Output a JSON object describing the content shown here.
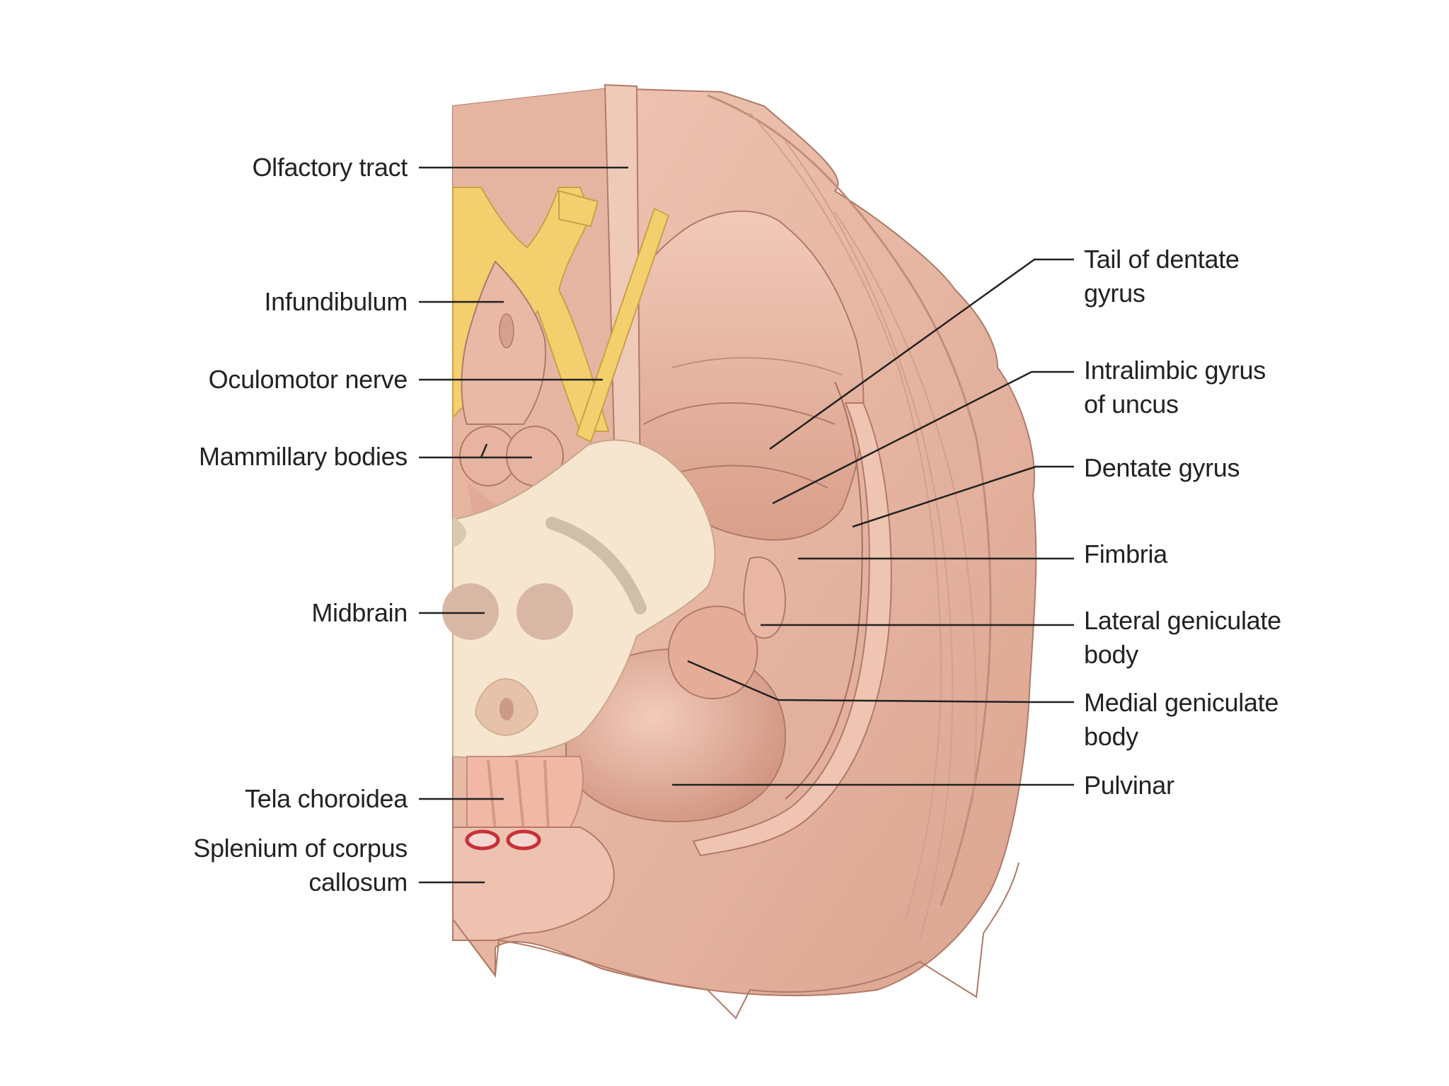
{
  "labels_left": {
    "olfactory_tract": [
      "Olfactory tract"
    ],
    "infundibulum": [
      "Infundibulum"
    ],
    "oculomotor_nerve": [
      "Oculomotor nerve"
    ],
    "mammillary_bodies": [
      "Mammillary bodies"
    ],
    "midbrain": [
      "Midbrain"
    ],
    "tela_choroidea": [
      "Tela choroidea"
    ],
    "splenium": [
      "Splenium of corpus",
      "callosum"
    ]
  },
  "labels_right": {
    "tail_dentate": [
      "Tail of dentate",
      "gyrus"
    ],
    "intralimbic": [
      "Intralimbic gyrus",
      "of uncus"
    ],
    "dentate_gyrus": [
      "Dentate gyrus"
    ],
    "fimbria": [
      "Fimbria"
    ],
    "lateral_geniculate": [
      "Lateral geniculate",
      "body"
    ],
    "medial_geniculate": [
      "Medial geniculate",
      "body"
    ],
    "pulvinar": [
      "Pulvinar"
    ]
  },
  "colors": {
    "tissue": "#e8b9a6",
    "tissue_light": "#f2cdbd",
    "tissue_dark": "#c98f7c",
    "nerve": "#f3cf6e",
    "midbrain_section": "#f6e6cf",
    "line": "#222222",
    "vessel": "#c8303a"
  }
}
